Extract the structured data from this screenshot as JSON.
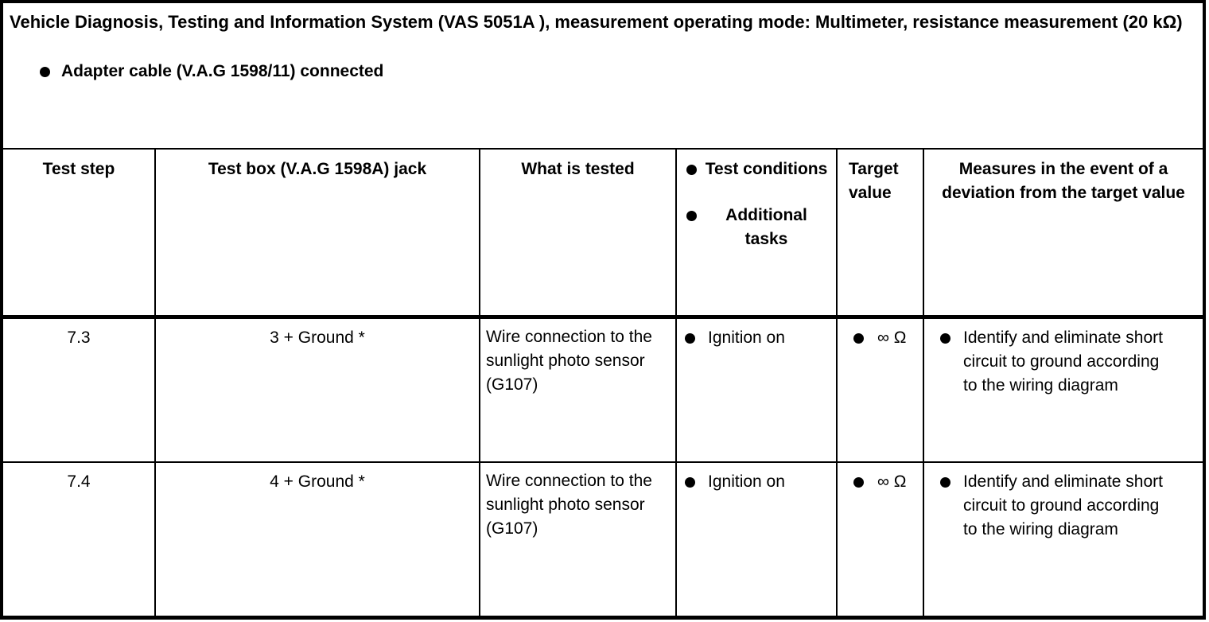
{
  "page": {
    "title": "Vehicle Diagnosis, Testing and Information System (VAS 5051A ), measurement operating mode: Multimeter, resistance measurement (20 kΩ)",
    "bullet_note": "Adapter cable (V.A.G 1598/11) connected"
  },
  "table": {
    "columns": {
      "test_step": "Test step",
      "jack": "Test box (V.A.G 1598A) jack",
      "tested": "What is tested",
      "conditions_items": [
        "Test conditions",
        "Additional tasks"
      ],
      "target": "Target value",
      "measures": "Measures in the event of a deviation from the target value"
    },
    "rows": [
      {
        "test_step": "7.3",
        "jack": "3 + Ground *",
        "tested": "Wire connection to the sunlight photo sensor (G107)",
        "conditions": [
          "Ignition on"
        ],
        "target": [
          "∞ Ω"
        ],
        "measures": [
          "Identify and eliminate short circuit to ground according to the wiring diagram"
        ]
      },
      {
        "test_step": "7.4",
        "jack": "4 + Ground *",
        "tested": "Wire connection to the sunlight photo sensor (G107)",
        "conditions": [
          "Ignition on"
        ],
        "target": [
          "∞ Ω"
        ],
        "measures": [
          "Identify and eliminate short circuit to ground according to the wiring diagram"
        ]
      }
    ]
  },
  "colors": {
    "ink": "#000000",
    "paper": "#ffffff"
  }
}
